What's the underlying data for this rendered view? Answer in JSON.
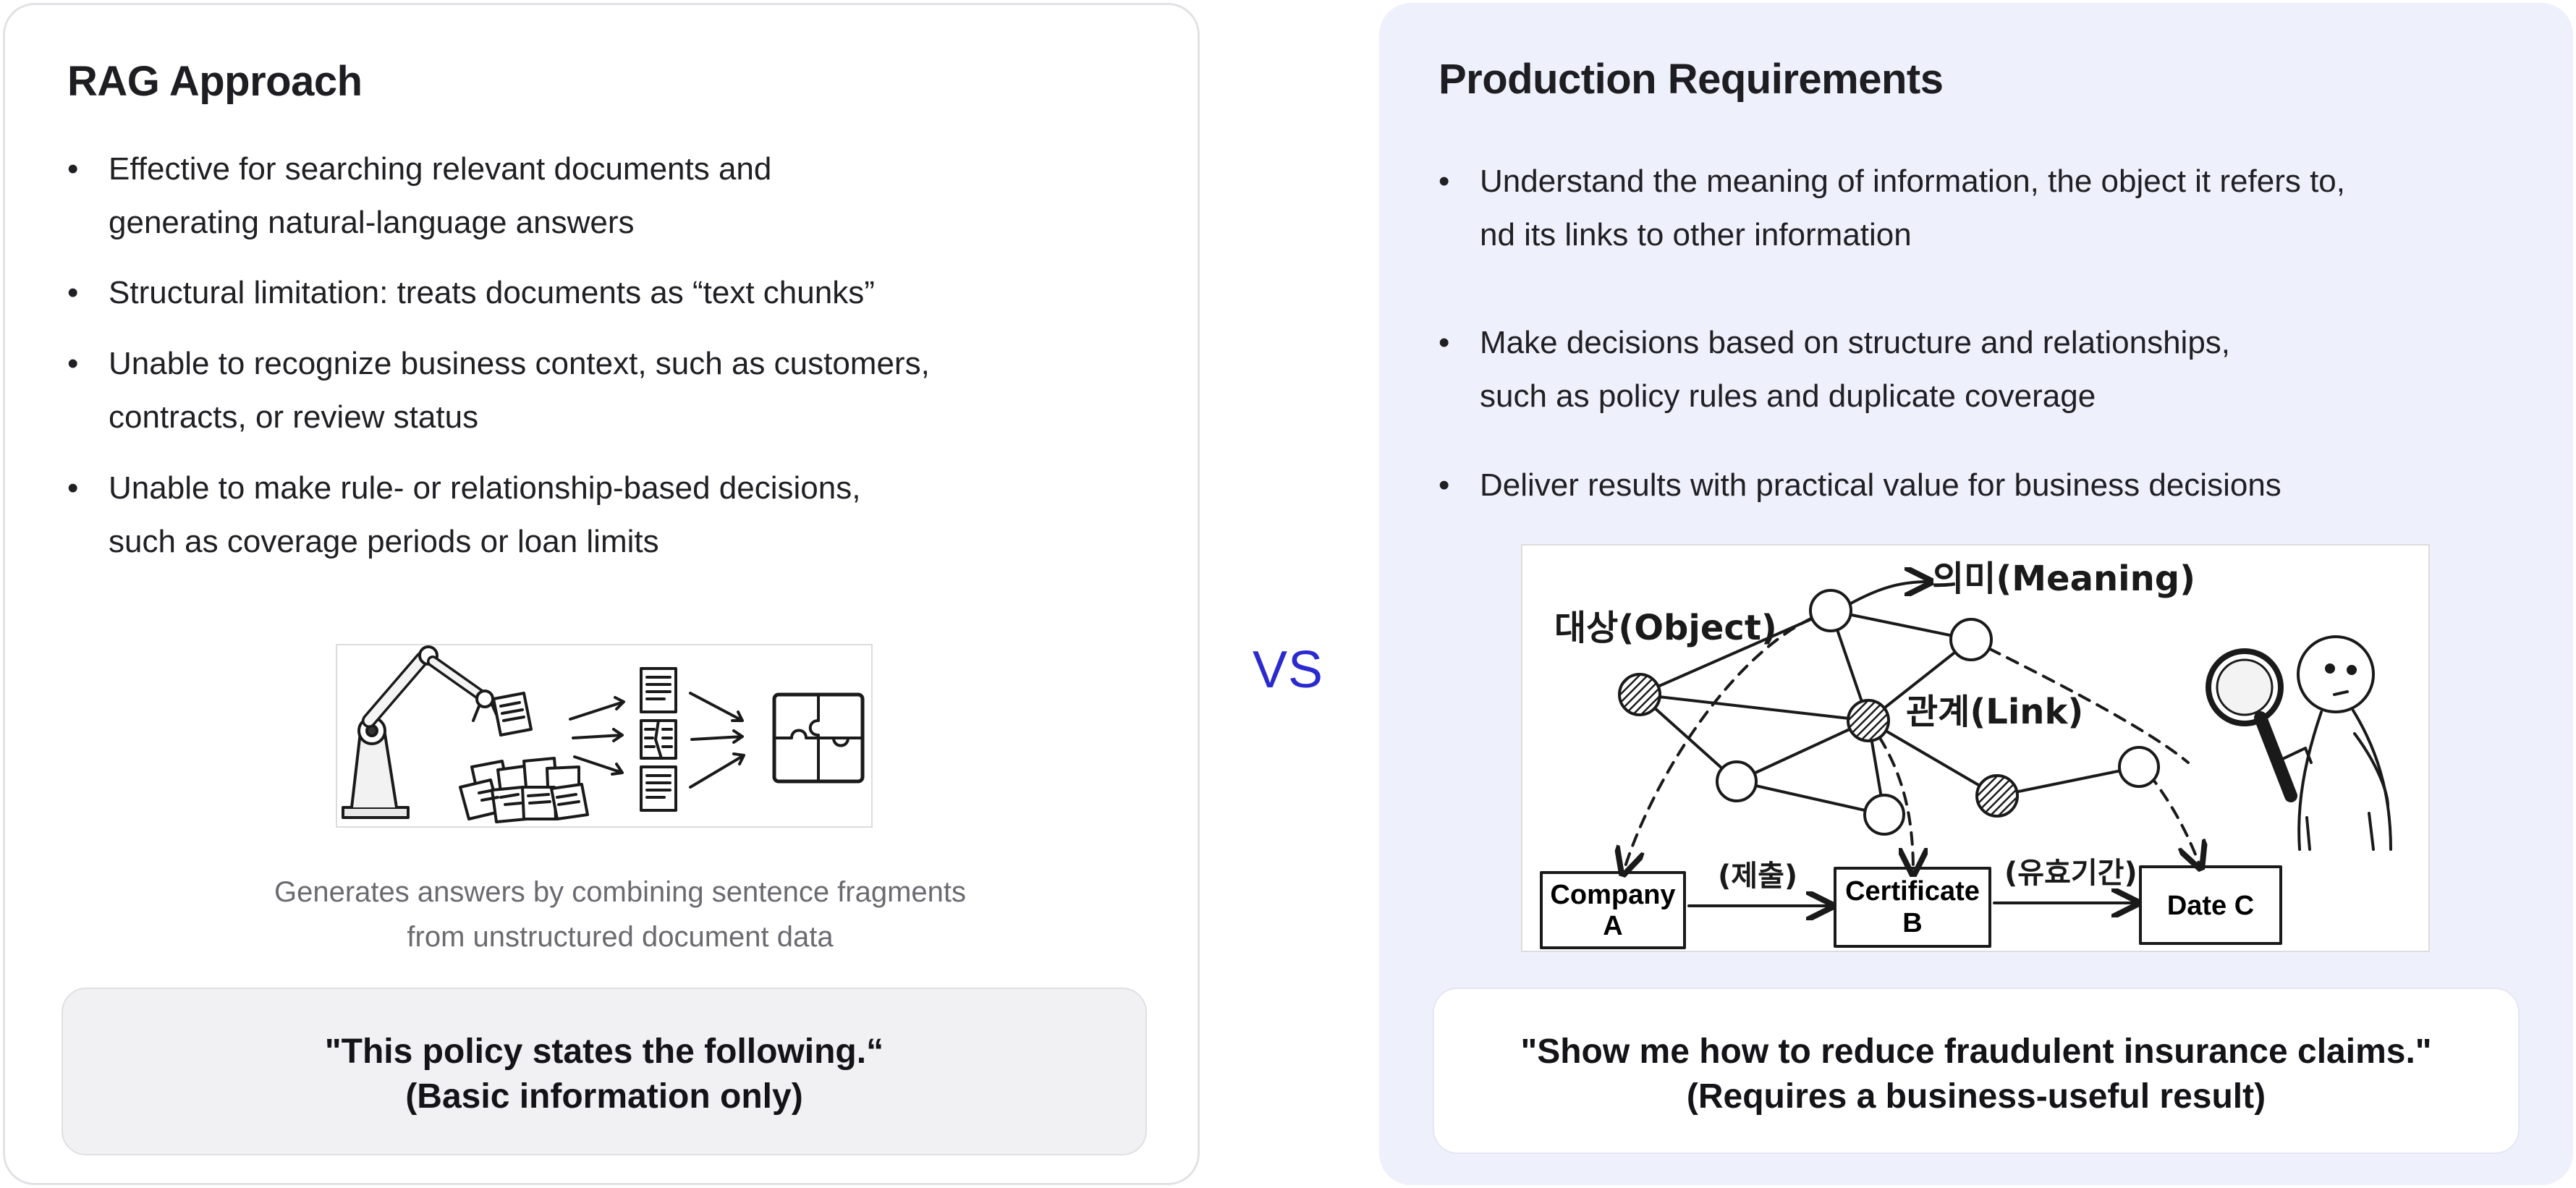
{
  "left_panel": {
    "title": "RAG Approach",
    "bullets": [
      [
        "Effective for searching relevant documents and",
        "generating natural-language answers"
      ],
      [
        "Structural limitation: treats documents as “text chunks”"
      ],
      [
        "Unable to recognize business context, such as customers,",
        "contracts, or review status"
      ],
      [
        "Unable to make rule- or relationship-based decisions,",
        "such as coverage periods or loan limits"
      ]
    ],
    "caption": [
      "Generates answers by combining sentence fragments",
      "from unstructured document data"
    ],
    "quote": [
      "\"This policy states the following.“",
      "(Basic information only)"
    ]
  },
  "vs_label": "VS",
  "right_panel": {
    "title": "Production Requirements",
    "bullets": [
      [
        "Understand the meaning of information, the object it refers to,",
        "nd its links to other information"
      ],
      [
        "Make decisions based on structure and relationships,",
        "such as policy rules and duplicate coverage"
      ],
      [
        "Deliver results with practical value for business decisions"
      ]
    ],
    "diagram": {
      "object_label": "대상(Object)",
      "meaning_label": "의미(Meaning)",
      "link_label": "관계(Link)",
      "boxes": [
        [
          "Company",
          "A"
        ],
        [
          "Certificate",
          "B"
        ],
        [
          "Date C"
        ]
      ],
      "edge_labels": [
        "(제출)",
        "(유효기간)"
      ]
    },
    "quote": [
      "\"Show me how to reduce fraudulent insurance claims.\"",
      "(Requires a business-useful result)"
    ]
  }
}
